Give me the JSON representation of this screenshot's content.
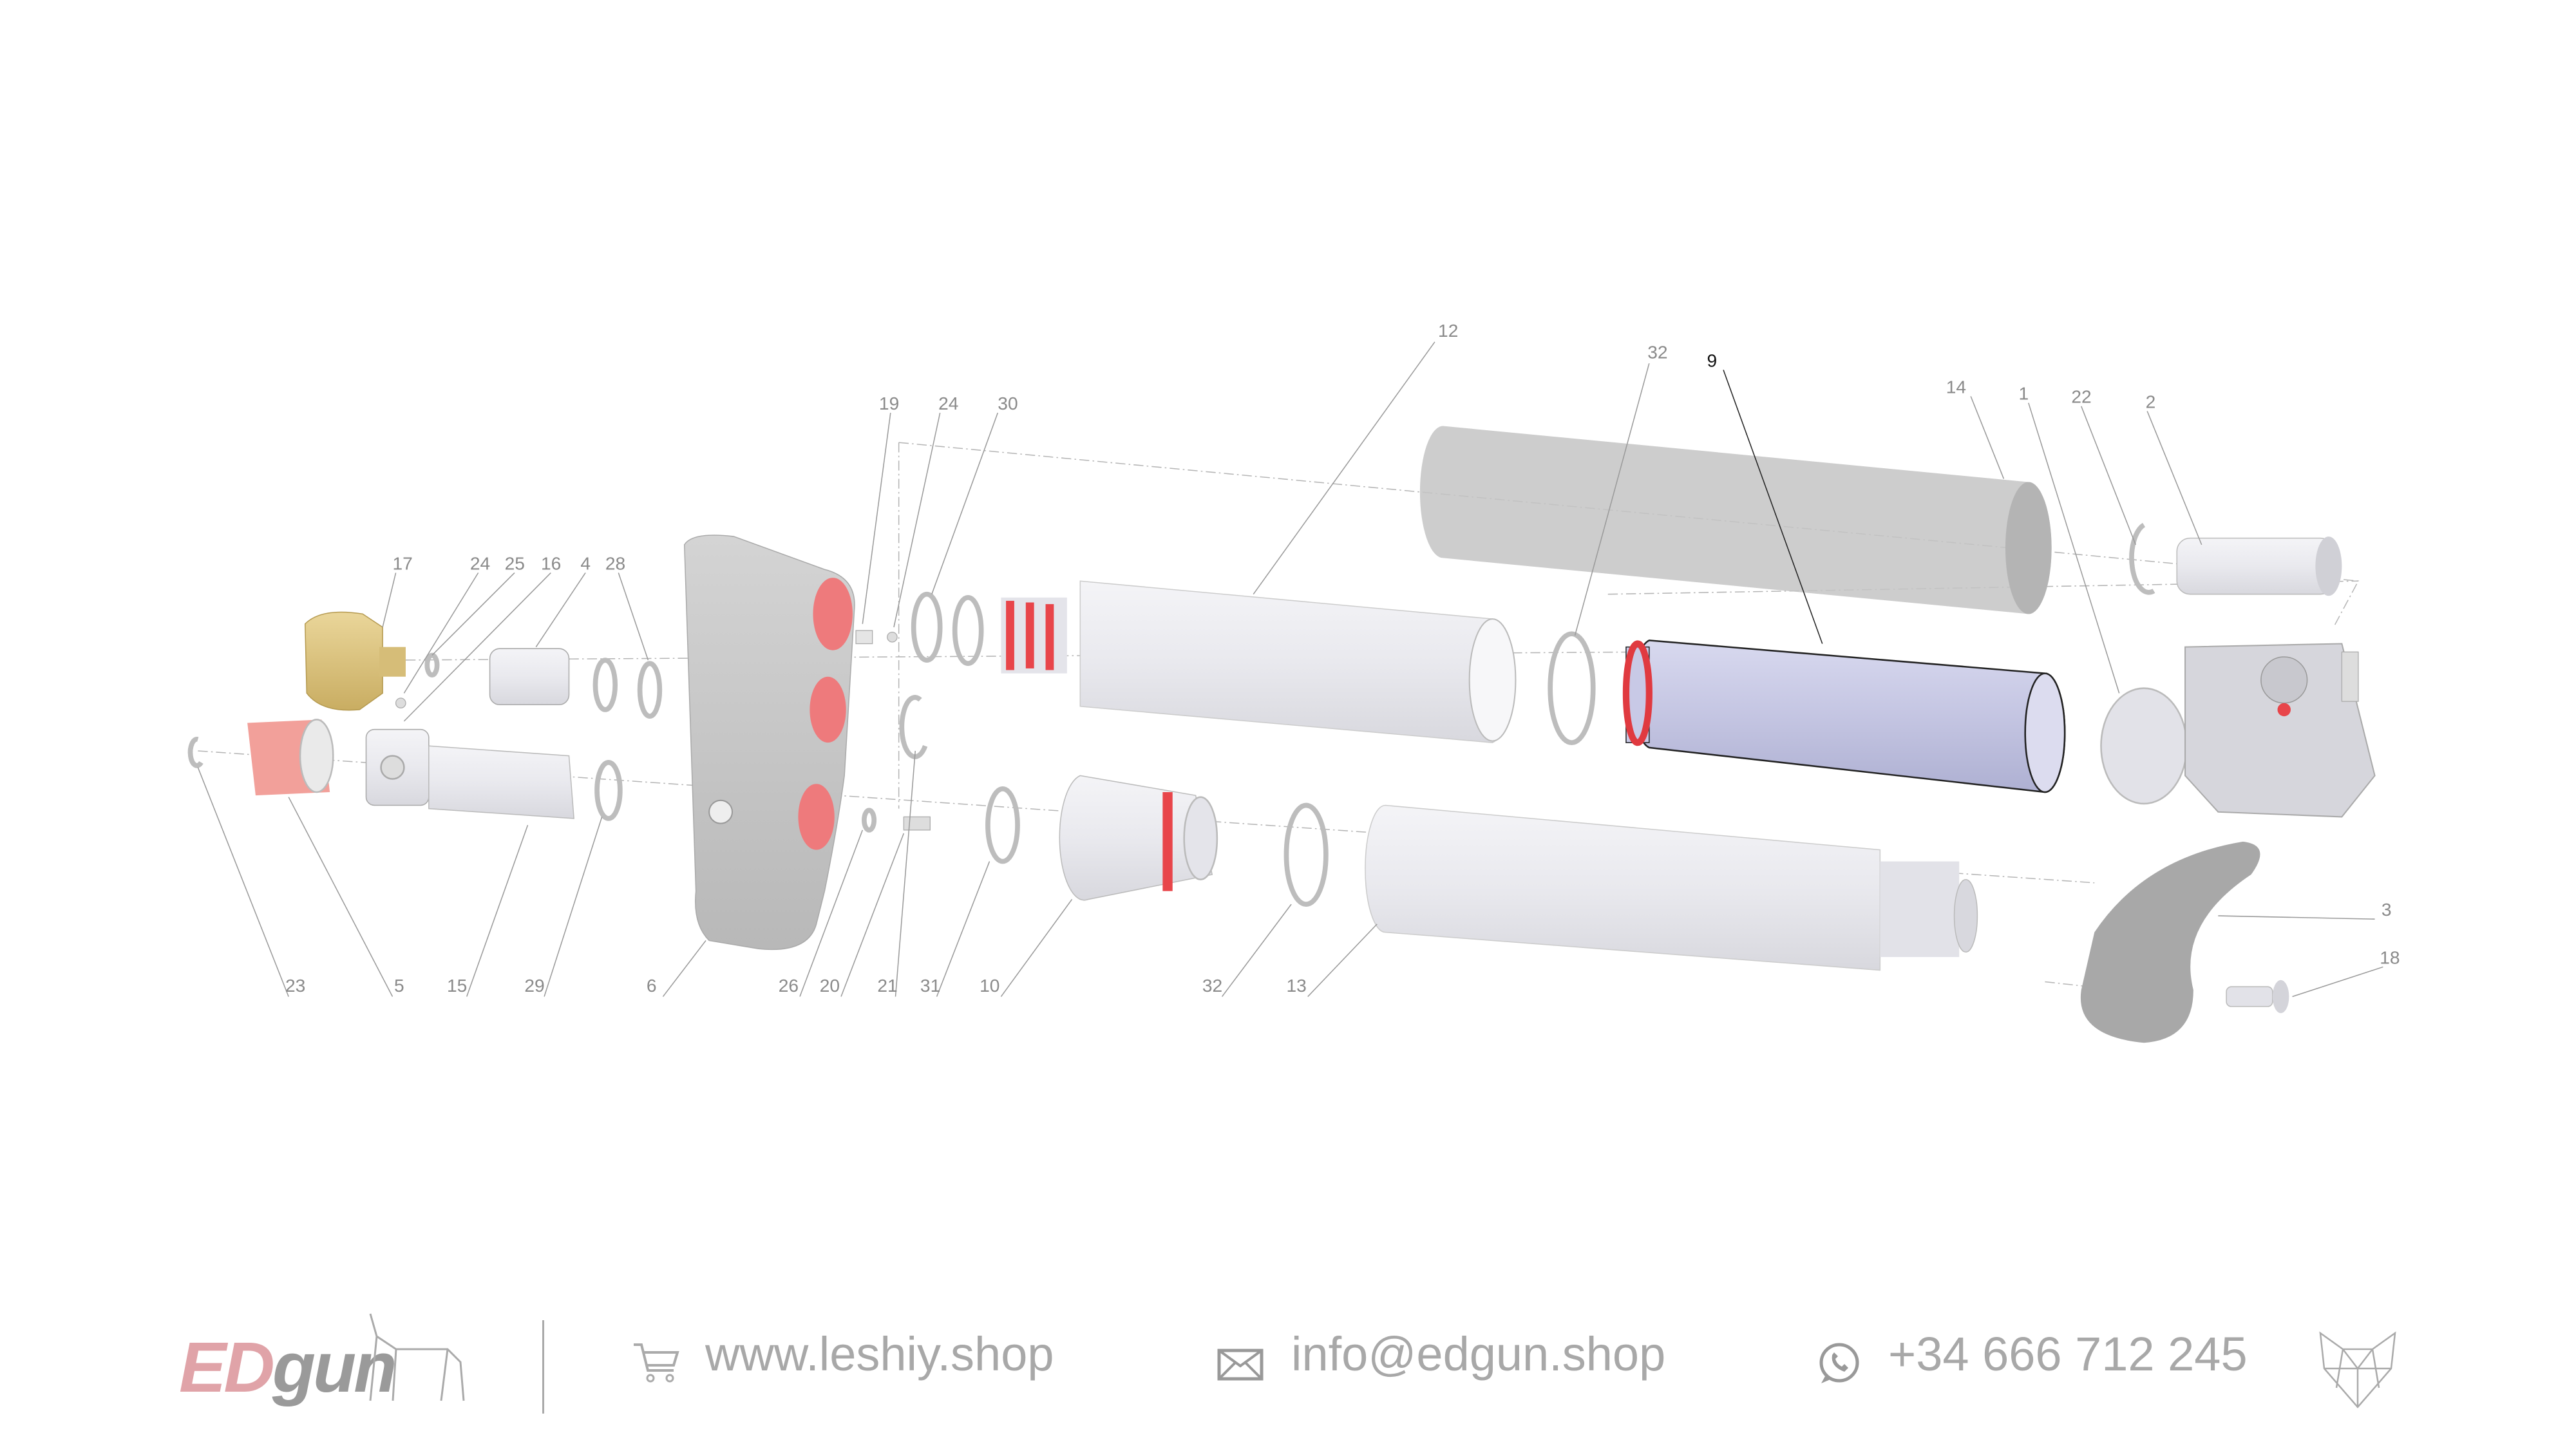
{
  "diagram": {
    "highlighted_part": "9",
    "colors": {
      "highlight_part": "#c8c9e6",
      "seal_red": "#e8454a",
      "brass": "#d8c07a",
      "body_gray": "#cfcfcf",
      "tube_white": "#ececf0"
    },
    "callouts_top": [
      "12",
      "32",
      "9",
      "14",
      "1",
      "22",
      "2",
      "19",
      "24",
      "30"
    ],
    "callouts_left": [
      "17",
      "24",
      "25",
      "16",
      "4",
      "28"
    ],
    "callouts_right": [
      "3",
      "18"
    ],
    "callouts_bottom": [
      "23",
      "5",
      "15",
      "29",
      "6",
      "26",
      "20",
      "21",
      "31",
      "10",
      "32",
      "13"
    ]
  },
  "footer": {
    "logo": {
      "part1": "ED",
      "part2": "gun"
    },
    "website": "www.leshiy.shop",
    "email": "info@edgun.shop",
    "phone": "+34 666 712 245",
    "icons": [
      "cart-icon",
      "mail-icon",
      "whatsapp-icon",
      "fox-logo-icon",
      "dog-logo-icon"
    ],
    "colors": {
      "text": "#a8a8a8",
      "logo_red": "#e0a3a8"
    }
  }
}
